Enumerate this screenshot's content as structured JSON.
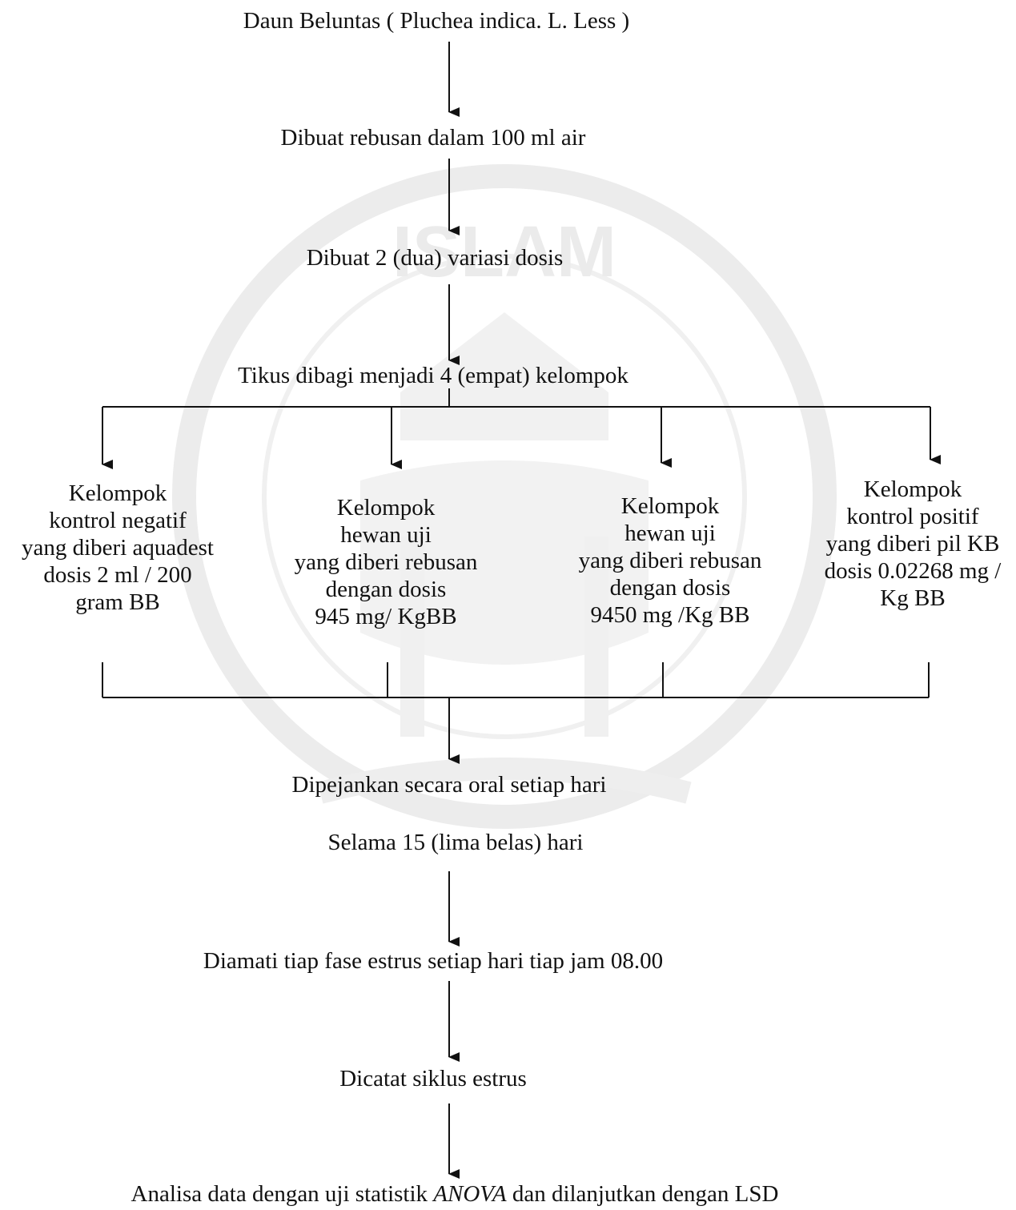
{
  "steps": {
    "s1": "Daun Beluntas ( Pluchea indica. L. Less )",
    "s2": "Dibuat rebusan dalam 100 ml air",
    "s3": "Dibuat 2 (dua) variasi dosis",
    "s4": "Tikus dibagi menjadi 4 (empat) kelompok",
    "s5a": "Dipejankan secara oral setiap hari",
    "s5b": "Selama 15 (lima belas) hari",
    "s6": "Diamati tiap fase estrus setiap hari tiap jam 08.00",
    "s7": "Dicatat siklus estrus",
    "s8_pre": "Analisa data dengan uji statistik ",
    "s8_italic": "ANOVA",
    "s8_post": " dan dilanjutkan dengan LSD"
  },
  "groups": [
    {
      "lines": [
        "Kelompok",
        "kontrol negatif",
        "yang diberi aquadest",
        "dosis 2 ml / 200",
        "gram BB"
      ]
    },
    {
      "lines": [
        "Kelompok",
        "hewan uji",
        "yang diberi rebusan",
        "dengan dosis",
        "945 mg/ KgBB"
      ]
    },
    {
      "lines": [
        "Kelompok",
        "hewan uji",
        "yang diberi rebusan",
        "dengan dosis",
        "9450 mg /Kg BB"
      ]
    },
    {
      "lines": [
        "Kelompok",
        "kontrol positif",
        "yang diberi pil KB",
        "dosis 0.02268 mg /",
        "Kg BB"
      ]
    }
  ],
  "watermark": {
    "text": "ISLAM",
    "color": "#e8e8e8"
  }
}
